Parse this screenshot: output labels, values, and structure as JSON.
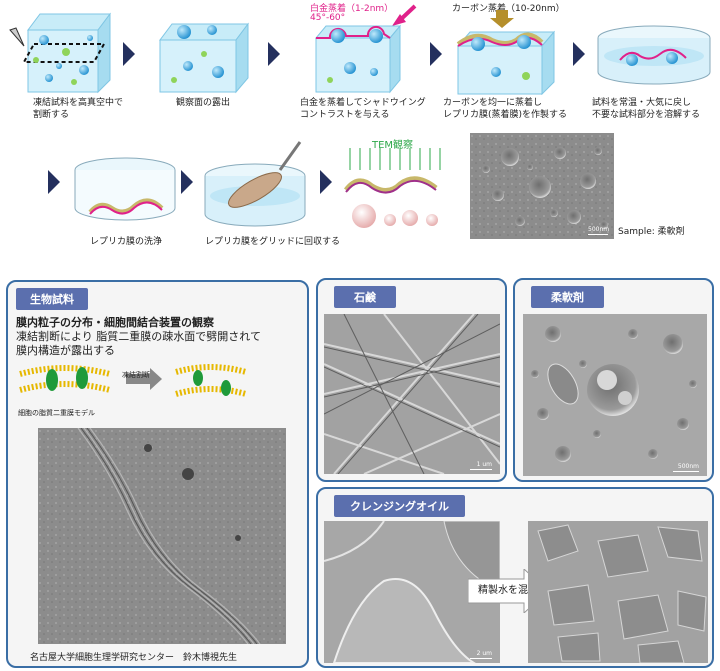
{
  "steps": {
    "s1": "凍結試料を高真空中で\n割断する",
    "s2": "観察面の露出",
    "s3": "白金を蒸着してシャドウイング\nコントラストを与える",
    "s4": "カーボンを均一に蒸着し\nレプリカ膜(蒸着膜)を作製する",
    "s5": "試料を常温・大気に戻し\n不要な試料部分を溶解する",
    "s6": "レプリカ膜の洗浄",
    "s7": "レプリカ膜をグリッドに回収する"
  },
  "labels": {
    "platinum": "白金蒸着（1-2nm）",
    "angle": "45°-60°",
    "carbon": "カーボン蒸着（10-20nm）",
    "tem": "TEM観察",
    "sample": "Sample: 柔軟剤",
    "scale_500": "500nm",
    "scale_1um": "1 um",
    "scale_2um": "2 um"
  },
  "bio": {
    "title": "生物試料",
    "heading": "膜内粒子の分布・細胞間結合装置の観察",
    "desc": "凍結割断により 脂質二重膜の疎水面で劈開されて\n膜内構造が露出する",
    "arrow_label": "凍結割断",
    "model_label": "細胞の脂質二重膜モデル",
    "credit": "名古屋大学細胞生理学研究センター　鈴木博視先生"
  },
  "soap": {
    "title": "石鹸"
  },
  "softener": {
    "title": "柔軟剤"
  },
  "cleansing": {
    "title": "クレンジングオイル",
    "arrow_label": "精製水を混合"
  },
  "colors": {
    "accent": "#3a6ea5",
    "title_bg": "#5b6fae",
    "arrow": "#24305e",
    "platinum": "#e0218a",
    "carbon": "#b58f2b",
    "tem": "#2ea84a"
  }
}
